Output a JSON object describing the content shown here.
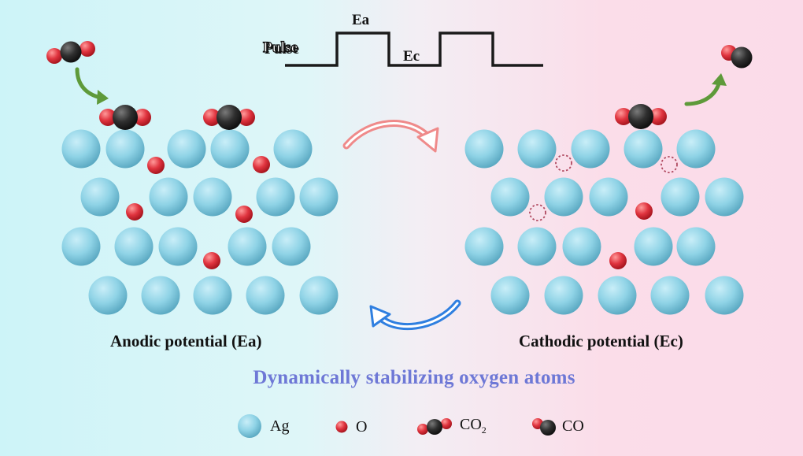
{
  "pulse": {
    "label": "Pulse",
    "anodic_label": "Ea",
    "cathodic_label": "Ec"
  },
  "panels": {
    "left_caption": "Anodic potential (Ea)",
    "right_caption": "Cathodic potential (Ec)"
  },
  "title": "Dynamically stabilizing oxygen atoms",
  "legend": {
    "ag": "Ag",
    "o": "O",
    "co2_main": "CO",
    "co2_sub": "2",
    "co": "CO"
  },
  "colors": {
    "ag": "#8fd3e6",
    "o": "#e0343f",
    "c": "#2a2a2a",
    "title": "#6e78d6",
    "arrow_red": "#ef8a8a",
    "arrow_blue": "#2f7fe0",
    "arrow_green": "#5e9a3a",
    "vacancy": "#b04a60"
  }
}
